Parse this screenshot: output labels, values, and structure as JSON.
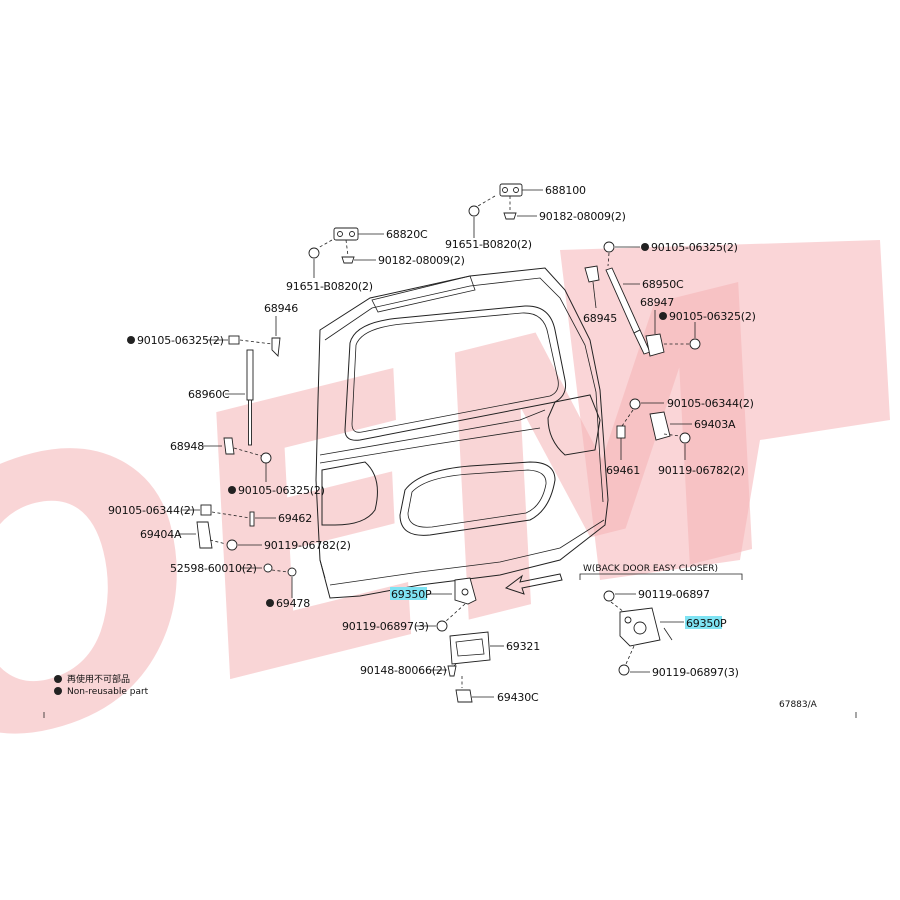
{
  "callouts": {
    "p688100": "688100",
    "p90182_top": "90182-08009(2)",
    "p91651_top": "91651-B0820(2)",
    "p68820C": "68820C",
    "p90182_left": "90182-08009(2)",
    "p91651_left": "91651-B0820(2)",
    "p68946": "68946",
    "p90105_06325_left": "90105-06325(2)",
    "p68960C": "68960C",
    "p68948": "68948",
    "p90105_06325_mid": "90105-06325(2)",
    "p90105_06344_left": "90105-06344(2)",
    "p69462": "69462",
    "p69404A": "69404A",
    "p90119_06782_left": "90119-06782(2)",
    "p52598": "52598-60010(2)",
    "p69478": "69478",
    "p69350P_main": "69350P",
    "p90119_06897_3": "90119-06897(3)",
    "p69321": "69321",
    "p90148": "90148-80066(2)",
    "p69430C": "69430C",
    "p90105_06325_right": "90105-06325(2)",
    "p68950C": "68950C",
    "p68947": "68947",
    "p90105_06325_right2": "90105-06325(2)",
    "p68945": "68945",
    "p90105_06344_right": "90105-06344(2)",
    "p69403A": "69403A",
    "p69461": "69461",
    "p90119_06782_right": "90119-06782(2)",
    "easy_closer_title": "W(BACK DOOR EASY CLOSER)",
    "p90119_06897_closer": "90119-06897",
    "p69350P_closer": "69350P",
    "p90119_06897_3_closer": "90119-06897(3)"
  },
  "legend": {
    "line1": "再使用不可部品",
    "line2": "Non-reusable part"
  },
  "figure_id": "67883/A",
  "watermark": "OEM",
  "colors": {
    "highlight": "#7fe3f3",
    "watermark": "#f5b3b6",
    "line": "#222222"
  }
}
